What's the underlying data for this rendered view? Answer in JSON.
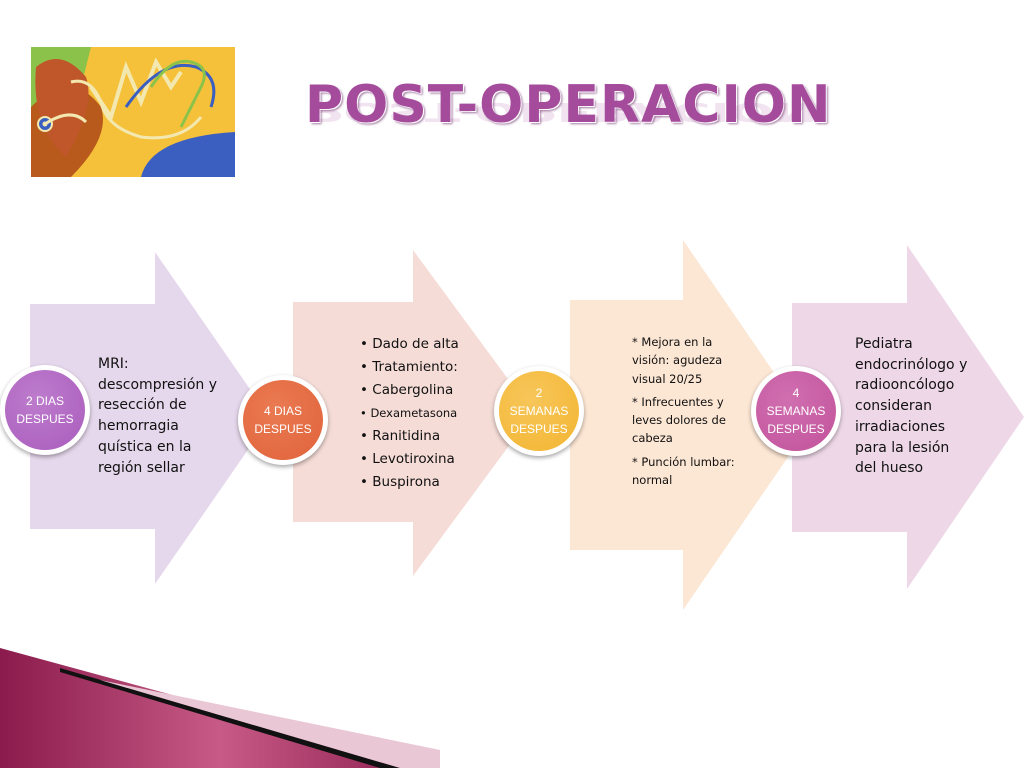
{
  "title": "POST-OPERACION",
  "colors": {
    "title": "#a44b9b",
    "arrow1": "#e6d8ec",
    "arrow2": "#f5dcd7",
    "arrow3": "#fce6d4",
    "arrow4": "#eed8e8",
    "circle1": "#a95cbc",
    "circle2": "#e0633a",
    "circle3": "#f3b531",
    "circle4": "#c2529b"
  },
  "logo": {
    "icon": "stethoscope-heart-logo"
  },
  "steps": [
    {
      "label": "2 DIAS\nDESPUES",
      "text": "MRI: descompresión y resección de hemorragia quística en la región sellar"
    },
    {
      "label": "4 DIAS\nDESPUES",
      "bullets": [
        "Dado de alta",
        "Tratamiento:",
        "Cabergolina",
        "Dexametasona",
        "Ranitidina",
        "Levotiroxina",
        "Buspirona"
      ]
    },
    {
      "label": "2\nSEMANAS\nDESPUES",
      "paragraphs": [
        "* Mejora en la visión: agudeza visual 20/25",
        "* Infrecuentes y leves dolores de cabeza",
        "* Punción lumbar: normal"
      ]
    },
    {
      "label": "4\nSEMANAS\nDESPUES",
      "text": "Pediatra endocrinólogo y radiooncólogo consideran irradiaciones para la lesión del hueso"
    }
  ]
}
